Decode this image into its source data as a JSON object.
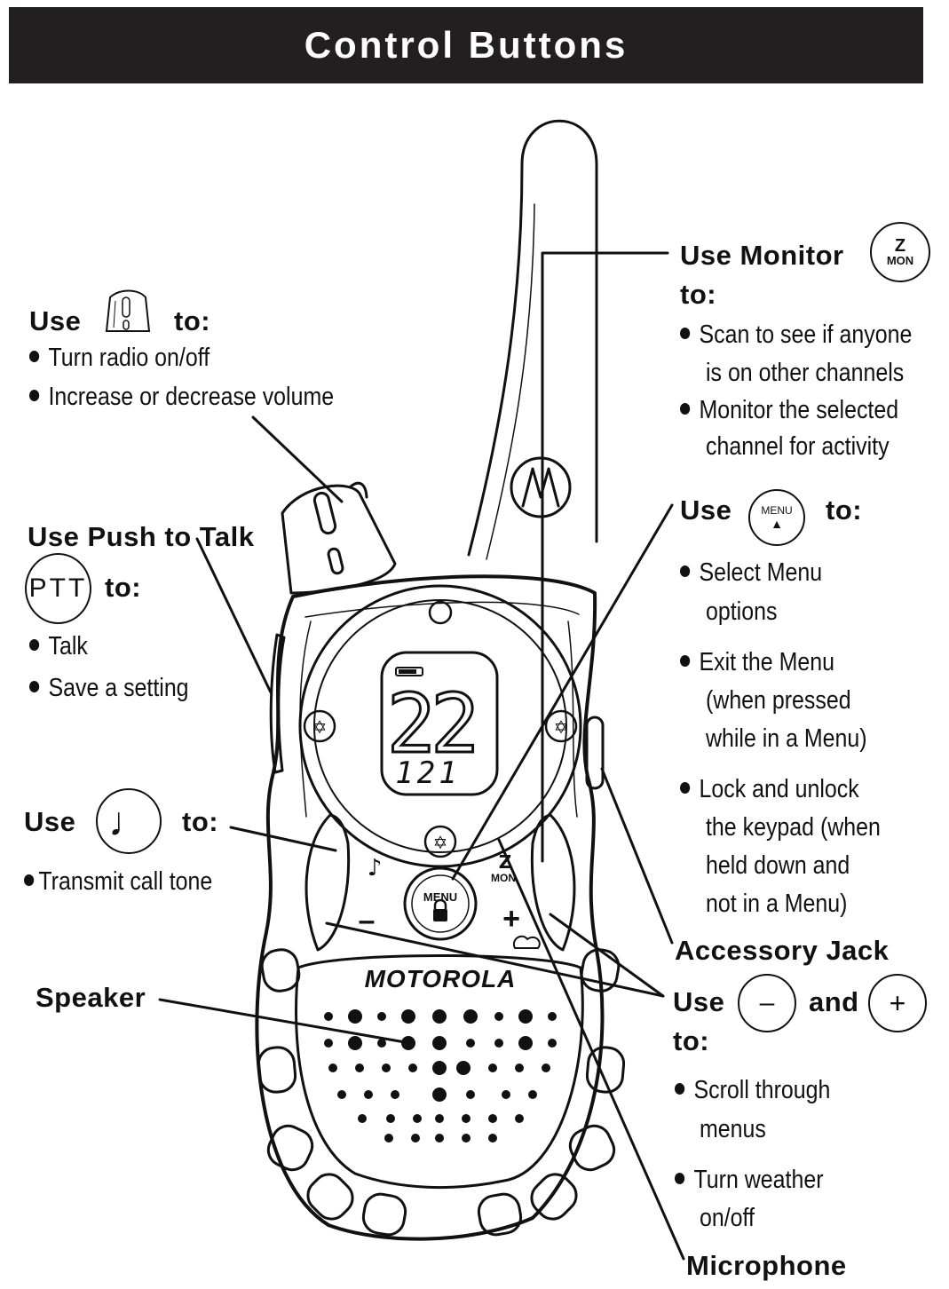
{
  "header": {
    "title": "Control Buttons"
  },
  "knob_callout": {
    "use": "Use",
    "to": "to:",
    "bullets": [
      "Turn radio on/off",
      "Increase or decrease volume"
    ]
  },
  "ptt_callout": {
    "title": "Use Push to Talk",
    "icon_label": "PTT",
    "to": "to:",
    "bullets": [
      "Talk",
      "Save a setting"
    ]
  },
  "calltone_callout": {
    "use": "Use",
    "to": "to:",
    "bullets": [
      "Transmit call tone"
    ]
  },
  "speaker_label": "Speaker",
  "monitor_callout": {
    "title": "Use Monitor",
    "icon_label": "MON",
    "to": "to:",
    "bullets": [
      [
        "Scan to see if anyone",
        "is on other channels"
      ],
      [
        "Monitor the selected",
        "channel for activity"
      ]
    ]
  },
  "menu_callout": {
    "use": "Use",
    "icon_label": "MENU",
    "to": "to:",
    "bullets": [
      [
        "Select Menu",
        "options"
      ],
      [
        "Exit the Menu",
        "(when pressed",
        "while in a Menu)"
      ],
      [
        "Lock and unlock",
        "the keypad (when",
        "held down and",
        "not in a Menu)"
      ]
    ]
  },
  "accessory_label": "Accessory Jack",
  "scroll_callout": {
    "use": "Use",
    "minus": "–",
    "and": "and",
    "plus": "+",
    "to": "to:",
    "bullets": [
      [
        "Scroll through",
        "menus"
      ],
      [
        "Turn weather",
        "on/off"
      ]
    ]
  },
  "microphone_label": "Microphone",
  "radio": {
    "brand": "MOTOROLA",
    "display_channel": "22",
    "display_code": "121",
    "menu_button": "MENU",
    "mon_button": "MON",
    "minus_key": "–",
    "plus_key": "+"
  }
}
